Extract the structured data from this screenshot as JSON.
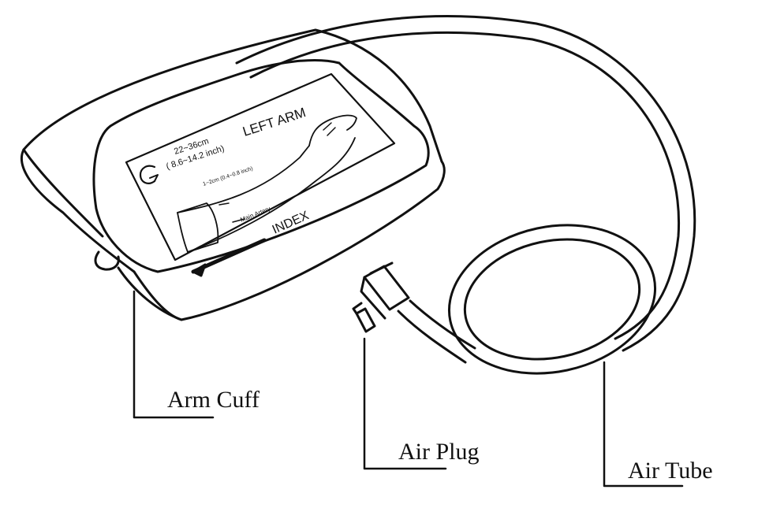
{
  "labels": {
    "arm_cuff": "Arm Cuff",
    "air_plug": "Air Plug",
    "air_tube": "Air Tube"
  },
  "cuff": {
    "side": "LEFT ARM",
    "size_cm": "22~36cm",
    "size_inch": "( 8.6~14.2 inch)",
    "gap": "1~2cm (0.4~0.8 inch)",
    "artery": "Main Artery",
    "index": "INDEX"
  },
  "colors": {
    "ink": "#111111",
    "paper": "#ffffff"
  }
}
